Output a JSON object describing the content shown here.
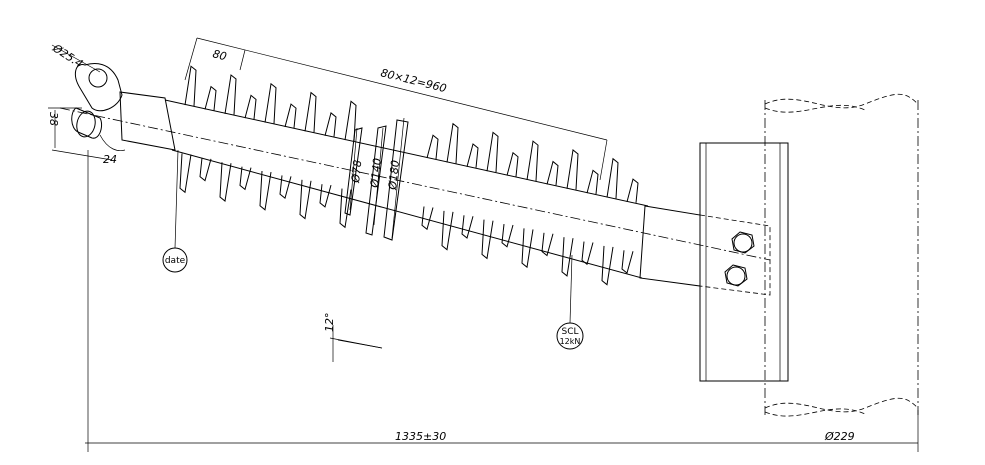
{
  "drawing": {
    "dims": {
      "eye_diameter": "Ø25.4",
      "eye_height": "38",
      "eye_depth": "24",
      "shed_pitch": "80",
      "shed_total": "80×12=960",
      "dia_small": "Ø78",
      "dia_mid": "Ø140",
      "dia_large": "Ø180",
      "overall_length": "1335±30",
      "pole_diameter": "Ø229",
      "tilt_angle": "12°"
    },
    "callouts": {
      "date_label": "date",
      "scl_line1": "SCL",
      "scl_line2": "12kN"
    }
  }
}
